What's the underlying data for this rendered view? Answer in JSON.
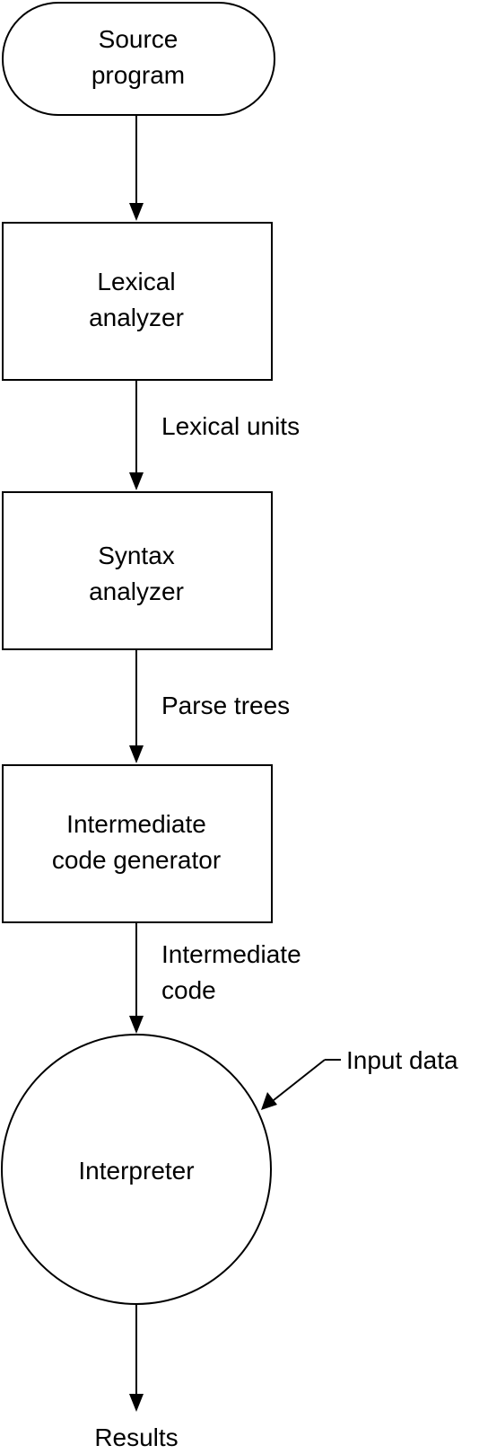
{
  "diagram": {
    "nodes": {
      "source_program": {
        "line1": "Source",
        "line2": "program"
      },
      "lexical_analyzer": {
        "line1": "Lexical",
        "line2": "analyzer"
      },
      "syntax_analyzer": {
        "line1": "Syntax",
        "line2": "analyzer"
      },
      "intermediate_code_generator": {
        "line1": "Intermediate",
        "line2": "code generator"
      },
      "interpreter": {
        "label": "Interpreter"
      },
      "results": {
        "label": "Results"
      }
    },
    "edges": {
      "lexical_units": {
        "label": "Lexical units"
      },
      "parse_trees": {
        "label": "Parse trees"
      },
      "intermediate_code": {
        "line1": "Intermediate",
        "line2": "code"
      },
      "input_data": {
        "label": "Input data"
      }
    },
    "colors": {
      "stroke": "#000000",
      "fill": "#ffffff",
      "text": "#000000"
    }
  }
}
